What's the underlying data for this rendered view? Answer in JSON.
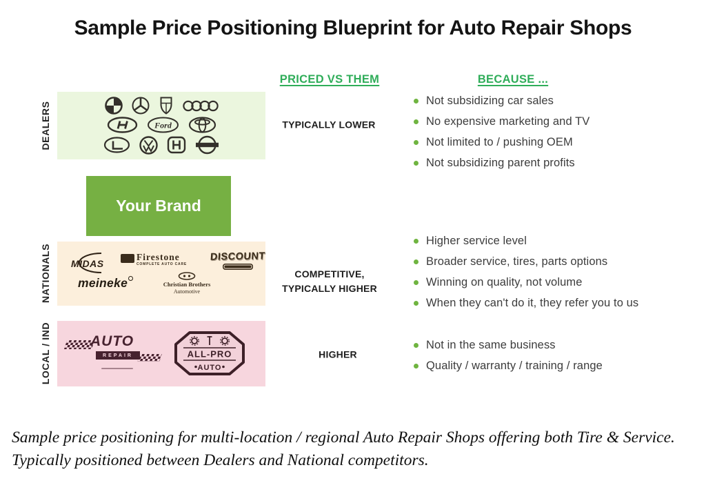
{
  "title": "Sample Price Positioning Blueprint for Auto Repair Shops",
  "columns": {
    "priced": "PRICED VS THEM",
    "because": "BECAUSE ..."
  },
  "colors": {
    "accent_green": "#2fad59",
    "bullet_green": "#6fb440",
    "brand_box_green": "#76b043",
    "dealers_box": "#ebf6de",
    "nationals_box": "#fcefdc",
    "local_box": "#f7d6de"
  },
  "dealers": {
    "label": "DEALERS",
    "priced": "TYPICALLY LOWER",
    "because": [
      "Not subsidizing car sales",
      "No expensive marketing and TV",
      "Not limited to / pushing OEM",
      "Not subsidizing parent profits"
    ],
    "logos": [
      "BMW",
      "Mercedes-Benz",
      "Porsche",
      "Audi",
      "Hyundai",
      "Ford",
      "Toyota",
      "Lexus",
      "Volkswagen",
      "Honda",
      "Nissan"
    ],
    "ford_text": "Ford"
  },
  "your_brand": {
    "label": "Your Brand"
  },
  "nationals": {
    "label": "NATIONALS",
    "priced_line1": "COMPETITIVE,",
    "priced_line2": "TYPICALLY HIGHER",
    "because": [
      "Higher service level",
      "Broader service, tires, parts options",
      "Winning on quality, not volume",
      "When they can't do it, they refer you to us"
    ],
    "logos": {
      "midas": "MIDAS",
      "firestone": "Firestone",
      "firestone_sub": "COMPLETE AUTO CARE",
      "discount": "DISCOUNT",
      "meineke": "meineke",
      "cb_line1": "Christian Brothers",
      "cb_line2": "Automotive"
    }
  },
  "local": {
    "label": "LOCAL / IND",
    "priced": "HIGHER",
    "because": [
      "Not in the same business",
      "Quality / warranty / training / range"
    ],
    "logos": {
      "auto": "AUTO",
      "repair": "REPAIR",
      "allpro_line1": "ALL-PRO",
      "allpro_line2": "AUTO"
    }
  },
  "footer": "Sample price positioning for multi-location / regional Auto Repair Shops offering both Tire & Service. Typically positioned between Dealers and National competitors."
}
